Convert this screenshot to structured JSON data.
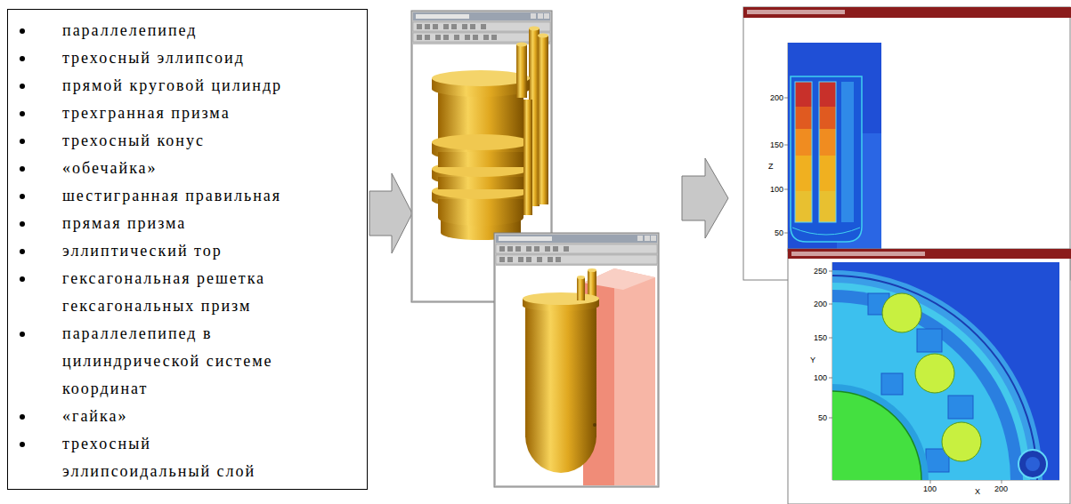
{
  "diagram": {
    "nodes": [
      {
        "text": [
          "параллелепипед",
          "трехосный эллипсоид",
          "прямой круговой цилиндр",
          "трехгранная призма",
          "трехосный конус",
          "«обечайка»",
          "шестигранная правильная",
          "прямая призма",
          "эллиптический тор",
          "гексагональная решетка гексагональных призм",
          "параллелепипед в цилиндрической системе координат",
          "«гайка»",
          "трехосный эллипсоидальный слой"
        ]
      }
    ],
    "labels": [
      "200",
      "150",
      "Z",
      "100",
      "50",
      "250",
      "200",
      "150",
      "Y",
      "100",
      "50",
      "100",
      "X",
      "200"
    ]
  }
}
